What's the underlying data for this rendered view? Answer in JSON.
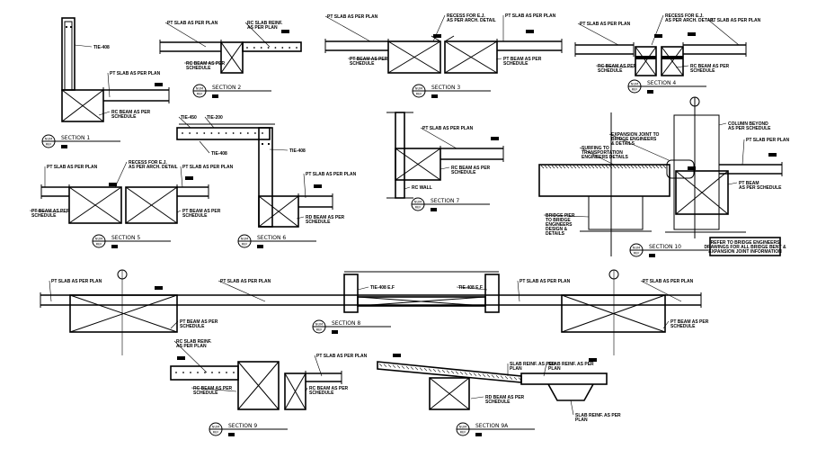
{
  "drawing": {
    "bubble": {
      "top": "NUM",
      "bottom": "REF"
    },
    "sections": [
      {
        "title": "SECTION 1",
        "labels": [
          [
            "TIE-408"
          ],
          [
            "PT SLAB AS PER PLAN"
          ],
          [
            "RC BEAM AS PER",
            "SCHEDULE"
          ]
        ]
      },
      {
        "title": "SECTION 2",
        "labels": [
          [
            "PT SLAB AS PER PLAN"
          ],
          [
            "RC SLAB REINF.",
            "AS PER PLAN"
          ],
          [
            "RC BEAM AS PER",
            "SCHEDULE"
          ]
        ]
      },
      {
        "title": "SECTION 3",
        "labels": [
          [
            "PT SLAB AS PER PLAN"
          ],
          [
            "RECESS FOR E.J.",
            "AS PER ARCH. DETAIL"
          ],
          [
            "PT SLAB AS PER PLAN"
          ],
          [
            "PT BEAM AS PER",
            "SCHEDULE"
          ],
          [
            "PT BEAM AS PER",
            "SCHEDULE"
          ]
        ]
      },
      {
        "title": "SECTION 4",
        "labels": [
          [
            "PT SLAB AS PER PLAN"
          ],
          [
            "RECESS FOR E.J.",
            "AS PER ARCH. DETAIL"
          ],
          [
            "PT SLAB AS PER PLAN"
          ],
          [
            "RC BEAM AS PER",
            "SCHEDULE"
          ],
          [
            "RC BEAM AS PER",
            "SCHEDULE"
          ]
        ]
      },
      {
        "title": "SECTION 5",
        "labels": [
          [
            "PT SLAB AS PER PLAN"
          ],
          [
            "RECESS FOR E.J.",
            "AS PER ARCH. DETAIL"
          ],
          [
            "PT SLAB AS PER PLAN"
          ],
          [
            "PT BEAM AS PER",
            "SCHEDULE"
          ],
          [
            "PT BEAM AS PER",
            "SCHEDULE"
          ]
        ]
      },
      {
        "title": "SECTION 6",
        "labels": [
          [
            "TIE-450"
          ],
          [
            "TIE-200"
          ],
          [
            "TIE-408"
          ],
          [
            "TIE-408"
          ],
          [
            "PT SLAB AS PER PLAN"
          ],
          [
            "RD BEAM AS PER",
            "SCHEDULE"
          ]
        ]
      },
      {
        "title": "SECTION 7",
        "labels": [
          [
            "PT SLAB AS PER PLAN"
          ],
          [
            "RC BEAM AS PER",
            "SCHEDULE"
          ],
          [
            "RC WALL"
          ]
        ]
      },
      {
        "title": "SECTION 8",
        "labels": [
          [
            "PT SLAB AS PER PLAN"
          ],
          [
            "PT SLAB AS PER PLAN"
          ],
          [
            "PT SLAB AS PER PLAN"
          ],
          [
            "PT SLAB AS PER PLAN"
          ],
          [
            "TIE-408 E.F"
          ],
          [
            "TIE-408 E.F"
          ],
          [
            "PT BEAM AS PER",
            "SCHEDULE"
          ],
          [
            "PT BEAM AS PER",
            "SCHEDULE"
          ]
        ]
      },
      {
        "title": "SECTION 9",
        "labels": [
          [
            "RC SLAB REINF.",
            "AS PER PLAN"
          ],
          [
            "PT SLAB AS PER PLAN"
          ],
          [
            "RC BEAM AS PER",
            "SCHEDULE"
          ],
          [
            "RC BEAM AS PER",
            "SCHEDULE"
          ]
        ]
      },
      {
        "title": "SECTION 9A",
        "labels": [
          [
            "SLAB REINF. AS PER",
            "PLAN"
          ],
          [
            "SLAB REINF. AS PER",
            "PLAN"
          ],
          [
            "RD BEAM AS PER",
            "SCHEDULE"
          ],
          [
            "SLAB REINF. AS PER",
            "PLAN"
          ]
        ]
      },
      {
        "title": "SECTION 10",
        "labels": [
          [
            "COLUMN BEYOND",
            "AS PER SCHEDULE"
          ],
          [
            "PT SLAB PER PLAN"
          ],
          [
            "EXPANSION JOINT TO",
            "BRIDGE ENGINEERS",
            "& DETAILS"
          ],
          [
            "SURFING TO",
            "TRANSPORTATION",
            "ENGINEERS DETAILS"
          ],
          [
            "PT BEAM",
            "AS PER SCHEDULE"
          ],
          [
            "BRIDGE PIER",
            "TO BRIDGE",
            "ENGINEERS",
            "DESIGN &",
            "DETAILS"
          ]
        ],
        "note": [
          "REFER TO BRIDGE ENGINEERS",
          "DRAWINGS FOR ALL BRIDGE BENT &",
          "EXPANSION JOINT INFORMATION"
        ]
      }
    ]
  }
}
